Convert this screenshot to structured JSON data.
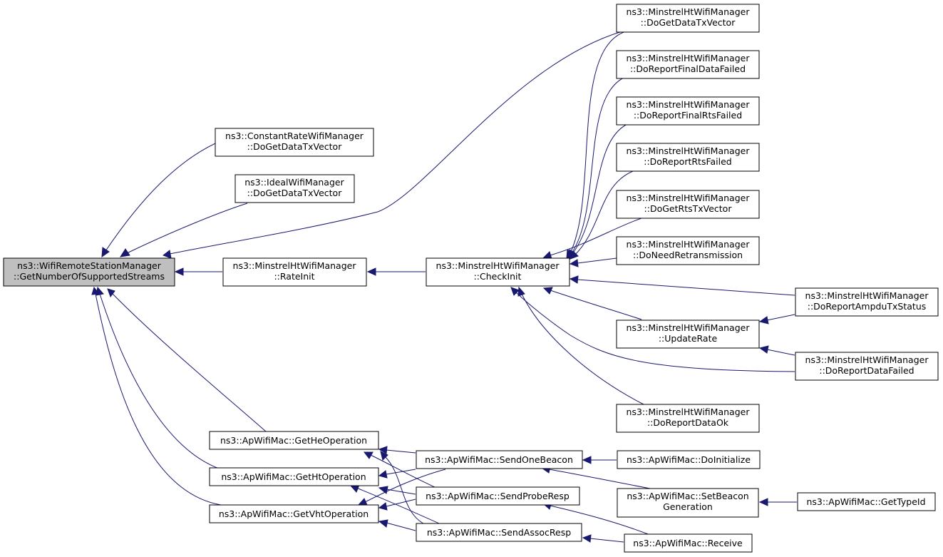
{
  "colors": {
    "edge": "#191970",
    "root_fill": "#bfbfbf",
    "node_fill": "#ffffff",
    "border": "#000000"
  },
  "nodes": {
    "root": {
      "lines": [
        "ns3::WifiRemoteStationManager",
        "::GetNumberOfSupportedStreams"
      ]
    },
    "crw": {
      "lines": [
        "ns3::ConstantRateWifiManager",
        "::DoGetDataTxVector"
      ]
    },
    "iwm": {
      "lines": [
        "ns3::IdealWifiManager",
        "::DoGetDataTxVector"
      ]
    },
    "rateinit": {
      "lines": [
        "ns3::MinstrelHtWifiManager",
        "::RateInit"
      ]
    },
    "checkinit": {
      "lines": [
        "ns3::MinstrelHtWifiManager",
        "::CheckInit"
      ]
    },
    "m_dgdtx": {
      "lines": [
        "ns3::MinstrelHtWifiManager",
        "::DoGetDataTxVector"
      ]
    },
    "m_drfdf": {
      "lines": [
        "ns3::MinstrelHtWifiManager",
        "::DoReportFinalDataFailed"
      ]
    },
    "m_drfrf": {
      "lines": [
        "ns3::MinstrelHtWifiManager",
        "::DoReportFinalRtsFailed"
      ]
    },
    "m_drrf": {
      "lines": [
        "ns3::MinstrelHtWifiManager",
        "::DoReportRtsFailed"
      ]
    },
    "m_dgrtx": {
      "lines": [
        "ns3::MinstrelHtWifiManager",
        "::DoGetRtsTxVector"
      ]
    },
    "m_dnr": {
      "lines": [
        "ns3::MinstrelHtWifiManager",
        "::DoNeedRetransmission"
      ]
    },
    "m_updaterate": {
      "lines": [
        "ns3::MinstrelHtWifiManager",
        "::UpdateRate"
      ]
    },
    "m_drdo": {
      "lines": [
        "ns3::MinstrelHtWifiManager",
        "::DoReportDataOk"
      ]
    },
    "m_dratx": {
      "lines": [
        "ns3::MinstrelHtWifiManager",
        "::DoReportAmpduTxStatus"
      ]
    },
    "m_drdf": {
      "lines": [
        "ns3::MinstrelHtWifiManager",
        "::DoReportDataFailed"
      ]
    },
    "ap_gheop": {
      "lines": [
        "ns3::ApWifiMac::GetHeOperation"
      ]
    },
    "ap_ghtop": {
      "lines": [
        "ns3::ApWifiMac::GetHtOperation"
      ]
    },
    "ap_gvhtop": {
      "lines": [
        "ns3::ApWifiMac::GetVhtOperation"
      ]
    },
    "ap_sob": {
      "lines": [
        "ns3::ApWifiMac::SendOneBeacon"
      ]
    },
    "ap_spr": {
      "lines": [
        "ns3::ApWifiMac::SendProbeResp"
      ]
    },
    "ap_sar": {
      "lines": [
        "ns3::ApWifiMac::SendAssocResp"
      ]
    },
    "ap_doinit": {
      "lines": [
        "ns3::ApWifiMac::DoInitialize"
      ]
    },
    "ap_sbg": {
      "lines": [
        "ns3::ApWifiMac::SetBeacon",
        "Generation"
      ]
    },
    "ap_recv": {
      "lines": [
        "ns3::ApWifiMac::Receive"
      ]
    },
    "ap_gtid": {
      "lines": [
        "ns3::ApWifiMac::GetTypeId"
      ]
    }
  },
  "edges": [
    {
      "from": "crw",
      "to": "root"
    },
    {
      "from": "iwm",
      "to": "root"
    },
    {
      "from": "m_dgdtx",
      "to": "root"
    },
    {
      "from": "rateinit",
      "to": "root"
    },
    {
      "from": "ap_gheop",
      "to": "root"
    },
    {
      "from": "ap_ghtop",
      "to": "root"
    },
    {
      "from": "ap_gvhtop",
      "to": "root"
    },
    {
      "from": "checkinit",
      "to": "rateinit"
    },
    {
      "from": "m_dgdtx",
      "to": "checkinit"
    },
    {
      "from": "m_drfdf",
      "to": "checkinit"
    },
    {
      "from": "m_drfrf",
      "to": "checkinit"
    },
    {
      "from": "m_drrf",
      "to": "checkinit"
    },
    {
      "from": "m_dgrtx",
      "to": "checkinit"
    },
    {
      "from": "m_dnr",
      "to": "checkinit"
    },
    {
      "from": "m_dratx",
      "to": "checkinit"
    },
    {
      "from": "m_updaterate",
      "to": "checkinit"
    },
    {
      "from": "m_drdf",
      "to": "checkinit"
    },
    {
      "from": "m_drdo",
      "to": "checkinit"
    },
    {
      "from": "m_dratx",
      "to": "m_updaterate"
    },
    {
      "from": "m_drdf",
      "to": "m_updaterate"
    },
    {
      "from": "ap_sob",
      "to": "ap_gheop"
    },
    {
      "from": "ap_spr",
      "to": "ap_gheop"
    },
    {
      "from": "ap_sar",
      "to": "ap_gheop"
    },
    {
      "from": "ap_sob",
      "to": "ap_ghtop"
    },
    {
      "from": "ap_spr",
      "to": "ap_ghtop"
    },
    {
      "from": "ap_sar",
      "to": "ap_ghtop"
    },
    {
      "from": "ap_sob",
      "to": "ap_gvhtop"
    },
    {
      "from": "ap_spr",
      "to": "ap_gvhtop"
    },
    {
      "from": "ap_sar",
      "to": "ap_gvhtop"
    },
    {
      "from": "ap_doinit",
      "to": "ap_sob"
    },
    {
      "from": "ap_sbg",
      "to": "ap_sob"
    },
    {
      "from": "ap_gtid",
      "to": "ap_sbg"
    },
    {
      "from": "ap_recv",
      "to": "ap_spr"
    },
    {
      "from": "ap_recv",
      "to": "ap_sar"
    }
  ]
}
